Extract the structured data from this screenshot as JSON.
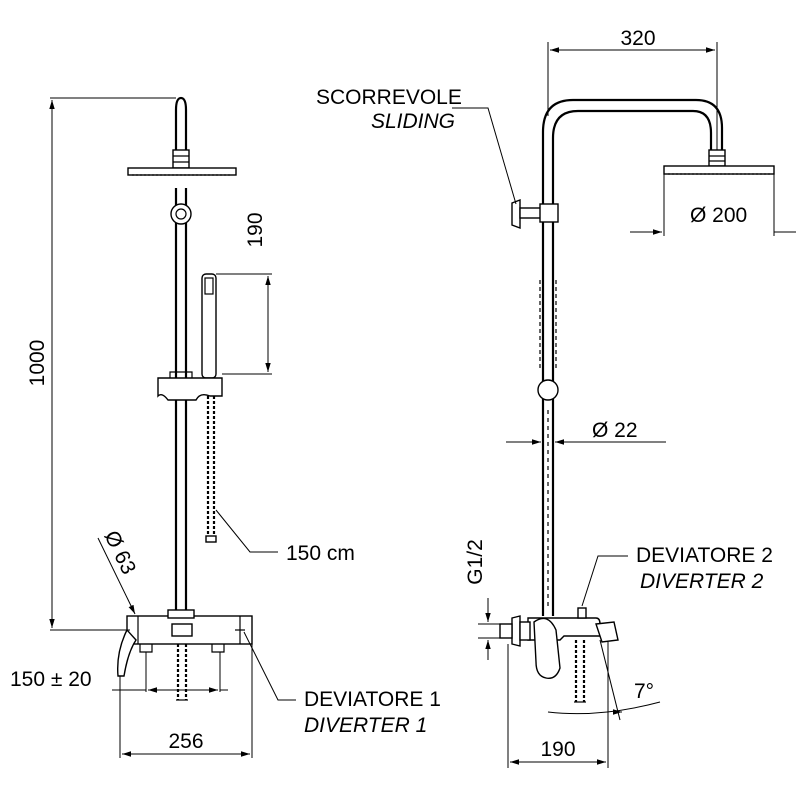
{
  "colors": {
    "line": "#000000",
    "background": "#ffffff"
  },
  "labels": {
    "scorrevole": "SCORREVOLE",
    "sliding": "SLIDING",
    "deviatore_1": "DEVIATORE 1",
    "diverter_1": "DIVERTER 1",
    "deviatore_2": "DEVIATORE  2",
    "diverter_2": "DIVERTER 2"
  },
  "dimensions": {
    "height_total": "1000",
    "hand_shower_offset": "190",
    "hose_length": "150 cm",
    "flange_diameter": "Ø 63",
    "wall_distance": "150 ± 20",
    "mixer_width": "256",
    "arm_reach": "320",
    "head_diameter": "Ø 200",
    "bar_diameter": "Ø 22",
    "thread": "G1/2",
    "spout_angle": "7°",
    "spout_projection": "190"
  }
}
